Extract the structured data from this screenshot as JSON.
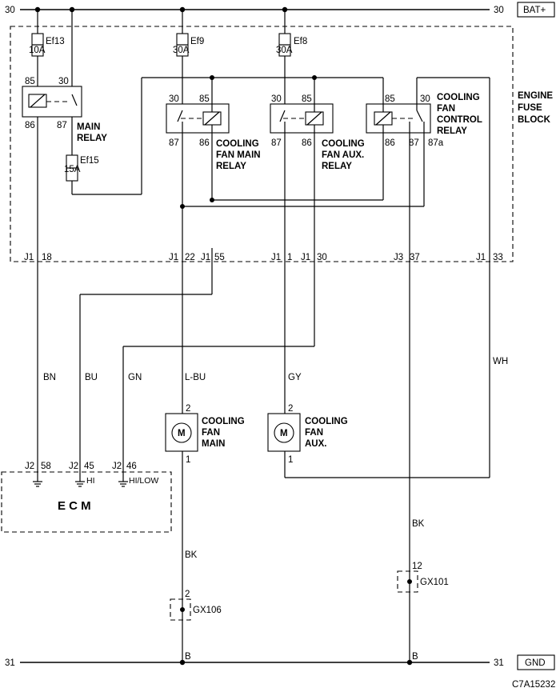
{
  "rails": {
    "top_left_num": "30",
    "top_right_num": "30",
    "top_label": "BAT+",
    "bottom_left_num": "31",
    "bottom_right_num": "31",
    "bottom_label": "GND"
  },
  "block_title": [
    "ENGINE",
    "FUSE",
    "BLOCK"
  ],
  "fuses": {
    "ef13": {
      "name": "Ef13",
      "rating": "10A"
    },
    "ef9": {
      "name": "Ef9",
      "rating": "30A"
    },
    "ef8": {
      "name": "Ef8",
      "rating": "30A"
    },
    "ef15": {
      "name": "Ef15",
      "rating": "15A"
    }
  },
  "relays": {
    "main": {
      "label": [
        "MAIN",
        "RELAY"
      ],
      "pins": {
        "p85": "85",
        "p30": "30",
        "p86": "86",
        "p87": "87"
      }
    },
    "fan_main": {
      "label": [
        "COOLING",
        "FAN MAIN",
        "RELAY"
      ],
      "pins": {
        "p30": "30",
        "p85": "85",
        "p87": "87",
        "p86": "86"
      }
    },
    "fan_aux": {
      "label": [
        "COOLING",
        "FAN AUX.",
        "RELAY"
      ],
      "pins": {
        "p30": "30",
        "p85": "85",
        "p87": "87",
        "p86": "86"
      }
    },
    "fan_control": {
      "label": [
        "COOLING",
        "FAN",
        "CONTROL",
        "RELAY"
      ],
      "pins": {
        "p85": "85",
        "p30": "30",
        "p86": "86",
        "p87": "87",
        "p87a": "87a"
      }
    }
  },
  "connectors": {
    "j1_18": {
      "conn": "J1",
      "pin": "18"
    },
    "j1_22": {
      "conn": "J1",
      "pin": "22"
    },
    "j1_55": {
      "conn": "J1",
      "pin": "55"
    },
    "j1_1": {
      "conn": "J1",
      "pin": "1"
    },
    "j1_30": {
      "conn": "J1",
      "pin": "30"
    },
    "j3_37": {
      "conn": "J3",
      "pin": "37"
    },
    "j1_33": {
      "conn": "J1",
      "pin": "33"
    },
    "j2_58": {
      "conn": "J2",
      "pin": "58"
    },
    "j2_45": {
      "conn": "J2",
      "pin": "45"
    },
    "j2_46": {
      "conn": "J2",
      "pin": "46"
    }
  },
  "wire_colors": {
    "bn": "BN",
    "bu": "BU",
    "gn": "GN",
    "lbu": "L-BU",
    "gy": "GY",
    "wh": "WH",
    "bk_fan": "BK",
    "bk_ctrl": "BK"
  },
  "motors": {
    "main": {
      "label": [
        "COOLING",
        "FAN",
        "MAIN"
      ],
      "symbol": "M",
      "pin_top": "2",
      "pin_bottom": "1"
    },
    "aux": {
      "label": [
        "COOLING",
        "FAN",
        "AUX."
      ],
      "symbol": "M",
      "pin_top": "2",
      "pin_bottom": "1"
    }
  },
  "ecm": {
    "label": "E C M",
    "hi": "HI",
    "hi_low": "HI/LOW"
  },
  "grounds": {
    "gx106": {
      "name": "GX106",
      "pin": "2"
    },
    "gx101": {
      "name": "GX101",
      "pin": "12"
    }
  },
  "splices": {
    "left": "B",
    "right": "B"
  },
  "doc_id": "C7A15232"
}
